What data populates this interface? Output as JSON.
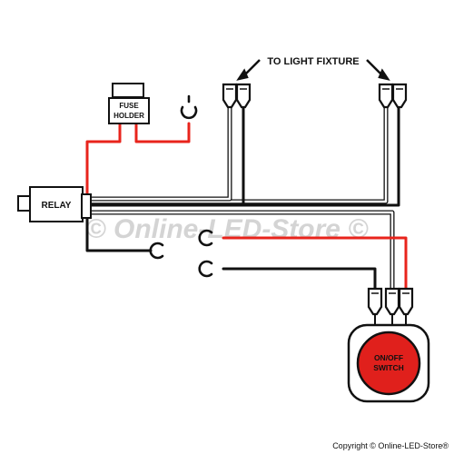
{
  "labels": {
    "fixture": "TO LIGHT FIXTURE",
    "fuse_line1": "FUSE",
    "fuse_line2": "HOLDER",
    "relay": "RELAY",
    "switch_line1": "ON/OFF",
    "switch_line2": "SWITCH",
    "watermark": "© Online-LED-Store ©",
    "copyright": "Copyright © Online-LED-Store®"
  },
  "colors": {
    "wire_red": "#e8241c",
    "wire_black": "#111111",
    "switch_fill": "#e0201c",
    "watermark": "#c9c9c9"
  },
  "icons": {
    "ring_terminal": "fork-terminal-icon",
    "spade_connector": "spade-connector-icon"
  }
}
